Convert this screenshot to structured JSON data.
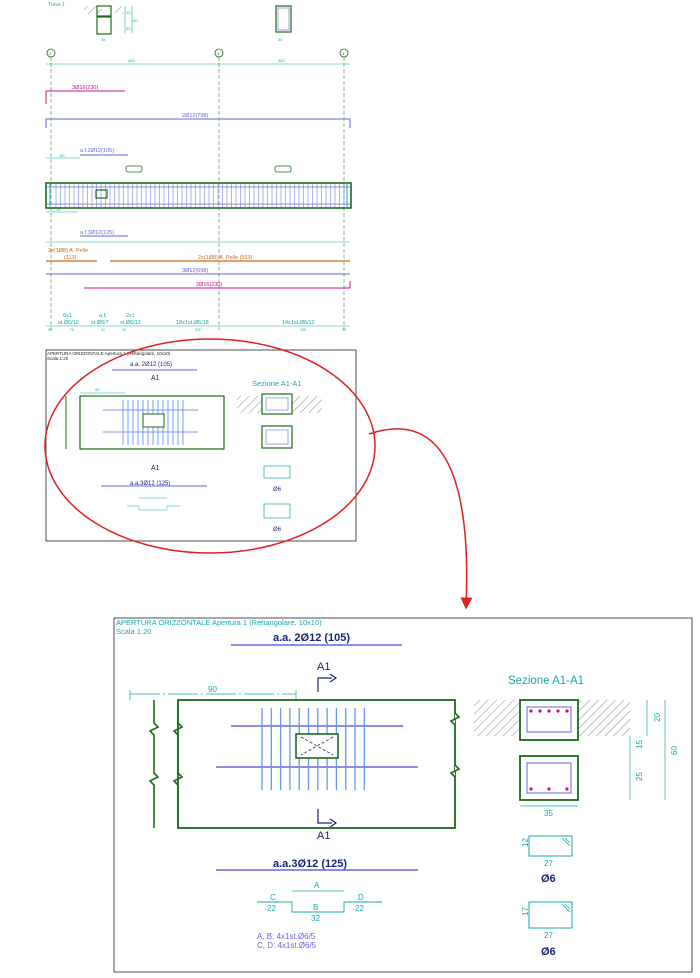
{
  "top": {
    "beam_title": "Trave 1",
    "section1_dims": [
      "25",
      "35",
      "60",
      "35"
    ],
    "section2_dim": "35",
    "axes": [
      "2",
      "3",
      "4"
    ],
    "span_dims": [
      "400",
      "350"
    ],
    "bars": {
      "b1": "3Ø16(230)",
      "b2": "2Ø12(798)",
      "b3": "a.f.2Ø12(105)",
      "dim60": "60",
      "b4": "a.f.3Ø12(125)",
      "dim70": "70",
      "pelle1a": "2x(1Ø8) A. Pelle",
      "pelle1b": "(113)",
      "pelle2": "2x(1Ø8) A. Pelle (553)",
      "b5": "3Ø12(698)",
      "b6": "2Ø16(230)"
    },
    "stirrups": [
      "6x1",
      "st.Ø6/12",
      "a.f.",
      "st.Ø6/7",
      "2x1",
      "st.Ø6/12",
      "18x1st.Ø6/18",
      "14x1st.Ø6/12"
    ],
    "bottom_dims": [
      "30",
      "70",
      "21",
      "15",
      "330",
      "169",
      "30"
    ]
  },
  "thumbnail": {
    "title": "APERTURA ORIZZONTALE Apertura 1 (Rettangolare, 10x10)",
    "scale": "Scala 1:20",
    "aa_top": "a.a. 2Ø12 (105)",
    "aa_bottom": "a.a.3Ø12 (125)",
    "dim90": "90",
    "a1": "A1",
    "section_title": "Sezione  A1-A1",
    "phi": "Ø6"
  },
  "detail": {
    "title": "APERTURA ORIZZONTALE Apertura 1 (Rettangolare, 10x10)",
    "scale": "Scala 1:20",
    "aa_top": "a.a. 2Ø12 (105)",
    "aa_bottom": "a.a.3Ø12 (125)",
    "dim90": "90",
    "a1_top": "A1",
    "a1_bottom": "A1",
    "section_title": "Sezione  A1-A1",
    "sec_dim_20": "20",
    "sec_dim_15": "15",
    "sec_dim_25": "25",
    "sec_dim_60": "60",
    "sec_dim_35": "35",
    "stirrup1_h": "12",
    "stirrup1_w": "27",
    "stirrup1_phi": "Ø6",
    "stirrup2_h": "17",
    "stirrup2_w": "27",
    "stirrup2_phi": "Ø6",
    "lbl_A": "A",
    "lbl_B": "B",
    "lbl_C": "C",
    "lbl_D": "D",
    "dim_C": "22",
    "dim_B": "32",
    "dim_D": "22",
    "note1": "A, B: 4x1st.Ø6/5",
    "note2": "C, D: 4x1st.Ø6/5"
  },
  "colors": {
    "concrete": "#1b6b1b",
    "rebar_blue": "#6666dd",
    "dim_cyan": "#19a8a8",
    "navy": "#1a237e",
    "callout_red": "#e02020",
    "magenta": "#c0148c",
    "orange": "#d2691e"
  }
}
